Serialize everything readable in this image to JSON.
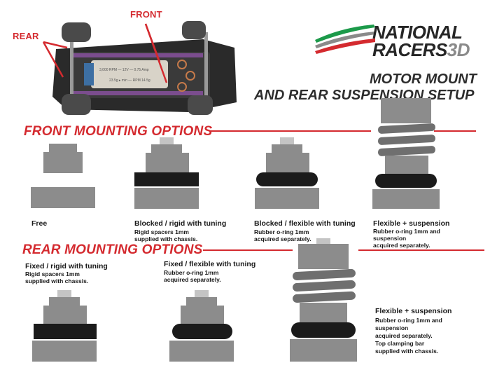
{
  "brand": {
    "line1": "NATIONAL",
    "line2": "RACERS",
    "line2_suffix": "3D",
    "colors": {
      "green": "#1c9a4a",
      "red": "#d42a2f",
      "dark": "#262626",
      "gray": "#8a8a8a"
    }
  },
  "header": {
    "title_line1": "MOTOR MOUNT",
    "title_line2": "AND REAR SUSPENSION SETUP"
  },
  "chassis_labels": {
    "rear": "REAR",
    "front": "FRONT",
    "motor_text": "3,000 RPM — 12V — 0.75 Amp",
    "motor_text2": "23.5g ▸ min — RPM 14.5g"
  },
  "front_section": {
    "heading": "FRONT MOUNTING OPTIONS",
    "options": [
      {
        "title": "Free",
        "desc": []
      },
      {
        "title": "Blocked / rigid with tuning",
        "desc": [
          "Rigid spacers 1mm",
          "supplied with chassis."
        ]
      },
      {
        "title": "Blocked / flexible with tuning",
        "desc": [
          "Rubber o-ring 1mm",
          "acquired separately."
        ]
      },
      {
        "title": "Flexible + suspension",
        "desc": [
          "Rubber o-ring 1mm and",
          "suspension",
          "acquired separately."
        ]
      }
    ]
  },
  "rear_section": {
    "heading": "REAR MOUNTING OPTIONS",
    "options": [
      {
        "title": "Fixed / rigid with tuning",
        "desc": [
          "Rigid spacers 1mm",
          "supplied with chassis."
        ]
      },
      {
        "title": "Fixed / flexible with tuning",
        "desc": [
          "Rubber o-ring 1mm",
          "acquired separately."
        ]
      },
      {
        "title": "Flexible + suspension",
        "desc": [
          "Rubber o-ring 1mm and",
          "suspension",
          "acquired separately.",
          "Top clamping bar",
          "supplied with chassis."
        ]
      }
    ]
  },
  "colors": {
    "part_gray": "#8c8c8c",
    "part_light": "#c4c4c4",
    "spacer_black": "#1b1b1b",
    "spring_gray": "#6f6f6f",
    "accent_red": "#d42a2f"
  }
}
